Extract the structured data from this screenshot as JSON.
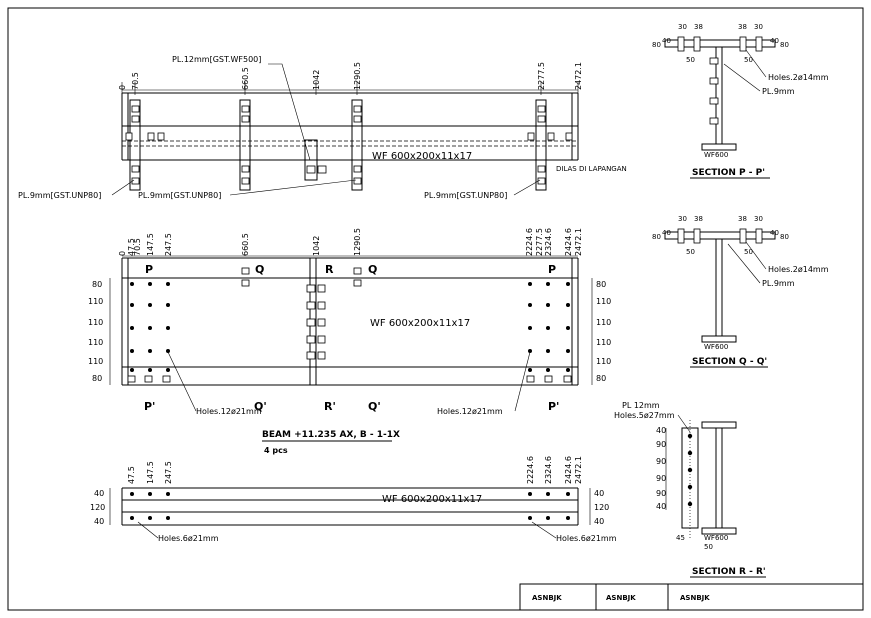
{
  "elevation_top": {
    "dims": [
      "0",
      "70.5",
      "660.5",
      "1042",
      "1290.5",
      "2277.5",
      "2472.1"
    ],
    "beam_label": "WF 600x200x11x17",
    "pl_wf500": "PL.12mm[GST.WF500]",
    "pl_left": "PL.9mm[GST.UNP80]",
    "pl_mid": "PL.9mm[GST.UNP80]",
    "pl_right": "PL.9mm[GST.UNP80]",
    "weld_note": "DILAS DI LAPANGAN"
  },
  "elevation_mid": {
    "dims": [
      "0",
      "47.5",
      "70.5",
      "147.5",
      "247.5",
      "660.5",
      "1042",
      "1290.5",
      "2224.6",
      "2277.5",
      "2324.6",
      "2424.6",
      "2472.1"
    ],
    "left_spacing": [
      "80",
      "110",
      "110",
      "110",
      "110",
      "80"
    ],
    "right_spacing": [
      "80",
      "110",
      "110",
      "110",
      "110",
      "80"
    ],
    "beam_label": "WF 600x200x11x17",
    "holes_left": "Holes.12ø21mm",
    "holes_right": "Holes.12ø21mm",
    "section_top": [
      "P",
      "Q",
      "R",
      "Q",
      "P"
    ],
    "section_bottom": [
      "P'",
      "Q'",
      "R'",
      "Q'",
      "P'"
    ],
    "title": "BEAM +11.235 AX, B - 1-1X",
    "qty": "4 pcs"
  },
  "plan_bottom": {
    "dims_left": [
      "47.5",
      "147.5",
      "247.5"
    ],
    "dims_right": [
      "2224.6",
      "2324.6",
      "2424.6",
      "2472.1"
    ],
    "left_spacing": [
      "40",
      "120",
      "40"
    ],
    "right_spacing": [
      "40",
      "120",
      "40"
    ],
    "beam_label": "WF 600x200x11x17",
    "holes_left": "Holes.6ø21mm",
    "holes_right": "Holes.6ø21mm"
  },
  "section_p": {
    "top_dims": [
      "30",
      "38",
      "38",
      "30"
    ],
    "side_dim_left": "80",
    "side_dim_left2": "40",
    "side_dim_right": "40",
    "side_dim_right2": "80",
    "inner_left": "50",
    "inner_right": "50",
    "holes": "Holes.2ø14mm",
    "plate": "PL.9mm",
    "beam": "WF600",
    "title": "SECTION P - P'"
  },
  "section_q": {
    "top_dims": [
      "30",
      "38",
      "38",
      "30"
    ],
    "side_dim_left": "80",
    "side_dim_left2": "40",
    "side_dim_right": "40",
    "side_dim_right2": "80",
    "inner_left": "50",
    "inner_right": "50",
    "holes": "Holes.2ø14mm",
    "plate": "PL.9mm",
    "beam": "WF600",
    "title": "SECTION Q - Q'"
  },
  "section_r": {
    "plate": "PL  12mm",
    "holes": "Holes.5ø27mm",
    "spacing": [
      "40",
      "90",
      "90",
      "90",
      "90",
      "40"
    ],
    "bottom_left": "45",
    "bottom_mid": "50",
    "beam": "WF600",
    "title": "SECTION R - R'"
  },
  "title_block": {
    "cells": [
      "ASNBJK",
      "ASNBJK",
      "ASNBJK"
    ]
  }
}
